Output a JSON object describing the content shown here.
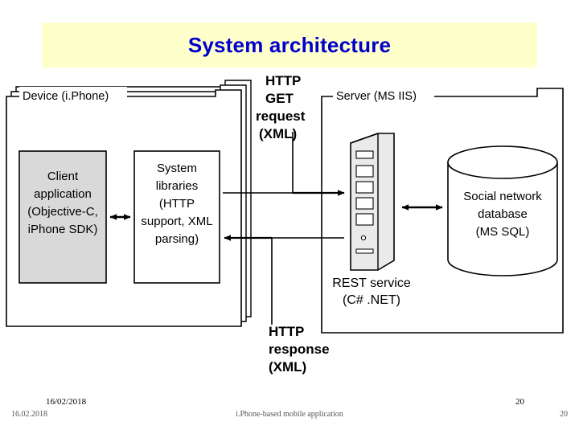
{
  "slide": {
    "title": "System architecture",
    "title_color": "#0000cc",
    "banner_color": "#ffffcc"
  },
  "diagram": {
    "type": "architecture-block-diagram",
    "groups": [
      {
        "id": "device",
        "label": "Device (i.Phone)",
        "stacked": true,
        "stack_count": 3
      },
      {
        "id": "server",
        "label": "Server (MS IIS)",
        "stacked": false
      }
    ],
    "nodes": [
      {
        "id": "client-application",
        "shape": "rect",
        "fill": "#d9d9d9",
        "lines": [
          "Client",
          "application",
          "(Objective-C,",
          "iPhone SDK)"
        ]
      },
      {
        "id": "system-libraries",
        "shape": "rect",
        "fill": "#ffffff",
        "lines": [
          "System",
          "libraries",
          "(HTTP",
          "support, XML",
          "parsing)"
        ]
      },
      {
        "id": "rest-service",
        "shape": "server-tower",
        "fill": "#e8e8e8",
        "lines": [
          "REST service",
          "(C# .NET)"
        ]
      },
      {
        "id": "social-network-database",
        "shape": "cylinder",
        "fill": "#ffffff",
        "lines": [
          "Social network",
          "database",
          "(MS SQL)"
        ]
      }
    ],
    "annotations": [
      {
        "id": "http-get-request",
        "lines": [
          "HTTP",
          "GET",
          "request",
          "(XML)"
        ]
      },
      {
        "id": "http-response",
        "lines": [
          "HTTP",
          "response",
          "(XML)"
        ]
      }
    ],
    "connectors": [
      {
        "from": "client-application",
        "to": "system-libraries",
        "style": "double-arrow"
      },
      {
        "from": "system-libraries",
        "to": "rest-service",
        "style": "arrow-right",
        "label": "http-get-request"
      },
      {
        "from": "rest-service",
        "to": "system-libraries",
        "style": "arrow-left",
        "label": "http-response"
      },
      {
        "from": "rest-service",
        "to": "social-network-database",
        "style": "double-arrow"
      }
    ]
  },
  "footer": {
    "date_primary": "16/02/2018",
    "date_secondary": "16.02.2018",
    "center_text": "i.Phone-based mobile application",
    "page_number_primary": "20",
    "page_number_secondary": "20"
  }
}
